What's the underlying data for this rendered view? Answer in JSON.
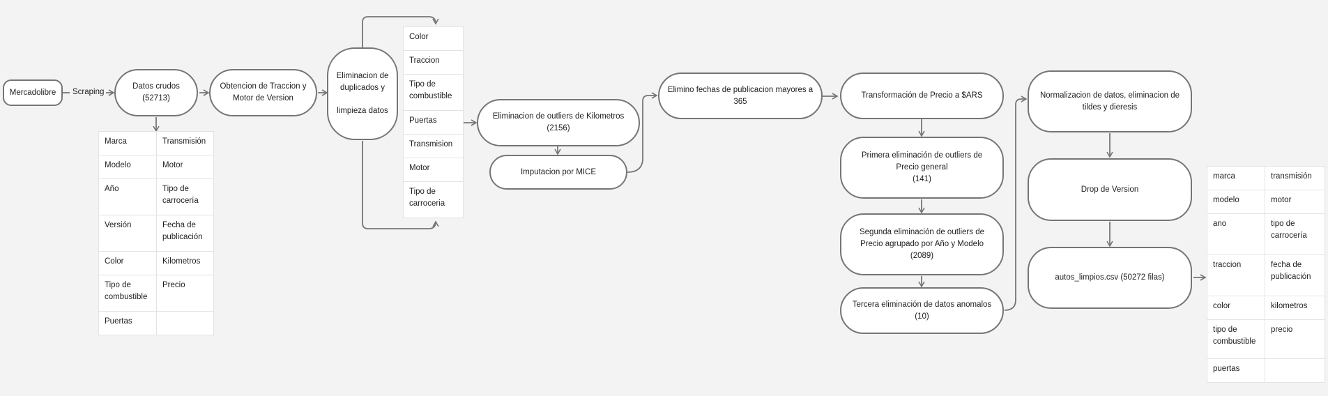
{
  "nodes": {
    "mercadolibre": "Mercadolibre",
    "scraping": "Scraping",
    "datos_crudos": "Datos crudos\n(52713)",
    "traccion_motor": "Obtencion de Traccion y\nMotor de Version",
    "duplicados": "Eliminacion de\nduplicados y\n\nlimpieza  datos",
    "outliers_km": "Eliminacion de outliers de Kilometros\n(2156)",
    "mice": "Imputacion por MICE",
    "fechas": "Elimino fechas de publicacion mayores a\n365",
    "precio_ars": "Transformación de Precio a $ARS",
    "outliers_precio_1": "Primera eliminación de outliers de\nPrecio general\n(141)",
    "outliers_precio_2": "Segunda eliminación de outliers de\nPrecio agrupado por Año y Modelo\n(2089)",
    "anomalos": "Tercera eliminación de datos anomalos\n(10)",
    "normalizacion": "Normalizacion de datos, eliminacion de\ntildes y dieresis",
    "drop_version": "Drop de Version",
    "csv": "autos_limpios.csv (50272 filas)"
  },
  "raw_table": [
    [
      "Marca",
      "Transmisión"
    ],
    [
      "Modelo",
      "Motor"
    ],
    [
      "Año",
      "Tipo de carrocería"
    ],
    [
      "Versión",
      "Fecha de publicación"
    ],
    [
      "Color",
      "Kilometros"
    ],
    [
      "Tipo de combustible",
      "Precio"
    ],
    [
      "Puertas",
      ""
    ]
  ],
  "clean_list": [
    "Color",
    "Traccion",
    "Tipo de combustible",
    "Puertas",
    "Transmision",
    "Motor",
    "Tipo de carroceria"
  ],
  "final_table": [
    [
      "marca",
      "transmisión"
    ],
    [
      "modelo",
      "motor"
    ],
    [
      "ano",
      "tipo de carrocería"
    ],
    [
      "traccion",
      "fecha de publicación"
    ],
    [
      "color",
      "kilometros"
    ],
    [
      "tipo de combustible",
      "precio"
    ],
    [
      "puertas",
      ""
    ]
  ],
  "colors": {
    "stroke": "#757575",
    "background": "#f3f3f3",
    "node_fill": "#ffffff",
    "table_border": "#e3e3e3"
  }
}
